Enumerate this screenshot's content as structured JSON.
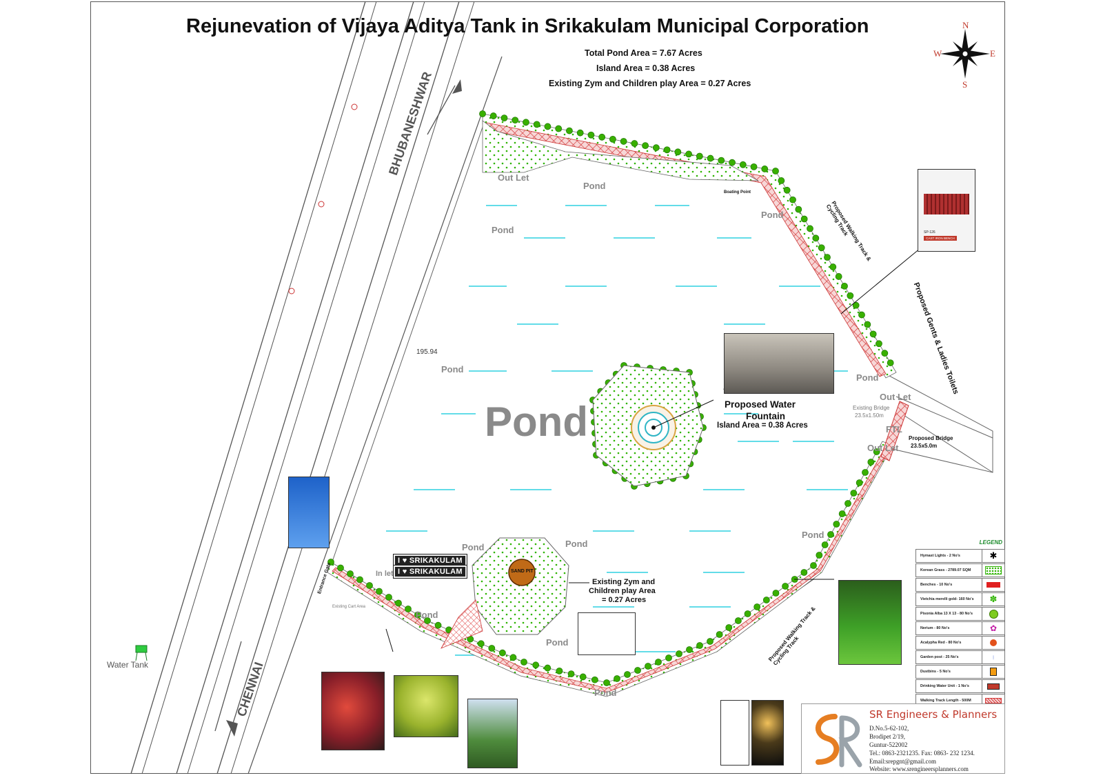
{
  "title": "Rejunevation of Vijaya Aditya Tank in Srikakulam Municipal Corporation",
  "stats": {
    "total_pond": "Total Pond Area = 7.67 Acres",
    "island": "Island Area = 0.38 Acres",
    "gym": "Existing Zym and Children play Area = 0.27 Acres"
  },
  "compass": {
    "n": "N",
    "s": "S",
    "e": "E",
    "w": "W"
  },
  "roads": {
    "north": "BHUBANESHWAR",
    "south": "CHENNAI",
    "dimension": "195.94"
  },
  "pond_labels": {
    "main": "Pond",
    "small": "Pond"
  },
  "labels": {
    "outlet": "Out Let",
    "inlet": "In let",
    "boating_point": "Boating Point",
    "walking_track": "Proposed Walking Track & Cycling Track",
    "toilets": "Proposed Gents & Ladies Toilets",
    "fountain_line1": "Proposed Water",
    "fountain_line2": "Fountain",
    "island_area": "Island Area = 0.38 Acres",
    "existing_bridge_1": "Existing Bridge",
    "existing_bridge_2": "23.5x1.50m",
    "ftl": "FTL",
    "proposed_bridge_1": "Proposed Bridge",
    "proposed_bridge_2": "23.5x5.0m",
    "gym_line1": "Existing Zym and",
    "gym_line2": "Children play Area",
    "gym_line3": "= 0.27 Acres",
    "sand_pit": "SAND PIT",
    "water_tank": "Water Tank",
    "entrance_gate": "Entrance Gate",
    "existing_cart": "Existing Cart Area",
    "srikakulam_sign": "I ♥ SRIKAKULAM",
    "bench_caption": "CAST IRON BENCH",
    "bench_code": "SP-126"
  },
  "legend": {
    "title": "LEGEND",
    "items": [
      {
        "label": "Hymast Lights - 2 No's",
        "icon": "hymast-light-icon"
      },
      {
        "label": "Korean Grass - 2789.07 SQM",
        "icon": "korean-grass-icon"
      },
      {
        "label": "Benches - 10 No's",
        "icon": "bench-icon"
      },
      {
        "label": "Vietchia merelli gold- 160 No's",
        "icon": "palm-icon"
      },
      {
        "label": "Pisonia Alba 13 X 13 - 80 No's",
        "icon": "pisonia-icon"
      },
      {
        "label": "Nerium - 80 No's",
        "icon": "nerium-icon"
      },
      {
        "label": "Acalypha Red - 80 No's",
        "icon": "acalypha-icon"
      },
      {
        "label": "Garden post - 25 No's",
        "icon": "garden-post-icon"
      },
      {
        "label": "Dustbins - 5 No's",
        "icon": "dustbin-icon"
      },
      {
        "label": "Drinking Water Unit - 1 No's",
        "icon": "drinking-water-icon"
      },
      {
        "label": "Walking Track Length - 500M",
        "icon": "walking-track-icon"
      }
    ]
  },
  "company": {
    "name": "SR Engineers & Planners",
    "address1": "D.No.5-62-102,",
    "address2": "Brodipet 2/19,",
    "address3": "Guntur-522002",
    "phone": "Tel.: 0863-2321235. Fax: 0863- 232 1234.",
    "email": "Email:srepgnt@gmail.com",
    "website": "Website: www.srengineersplanners.com",
    "logo": "SR"
  },
  "colors": {
    "grass": "#2db300",
    "track": "#d43a3a",
    "water_dash": "#2fd0e0",
    "title": "#111111",
    "company": "#c0392b"
  }
}
